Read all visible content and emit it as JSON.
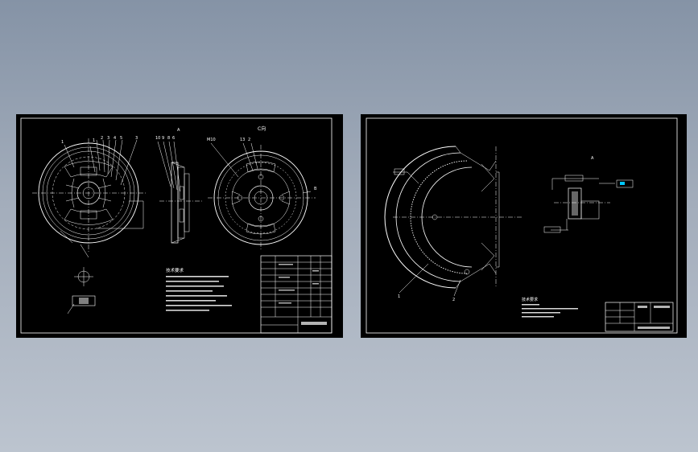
{
  "colors": {
    "background_top": "#8593a6",
    "background_bottom": "#bcc4cf",
    "sheet": "#000000",
    "lines": "#ffffff",
    "accent": "#00c8ff"
  },
  "left_sheet": {
    "front_view_callouts": [
      "1",
      "2",
      "3",
      "4",
      "5",
      "3",
      "1"
    ],
    "side_view_callouts": [
      "10",
      "9",
      "8",
      "6"
    ],
    "side_view_label": "A",
    "rear_view_label": "C向",
    "rear_view_callouts": [
      "B",
      "M10",
      "13",
      "2"
    ],
    "notes_heading": "技术要求"
  },
  "right_sheet": {
    "view_label": "A",
    "callouts": [
      "1",
      "2"
    ],
    "notes_heading": "技术要求"
  }
}
